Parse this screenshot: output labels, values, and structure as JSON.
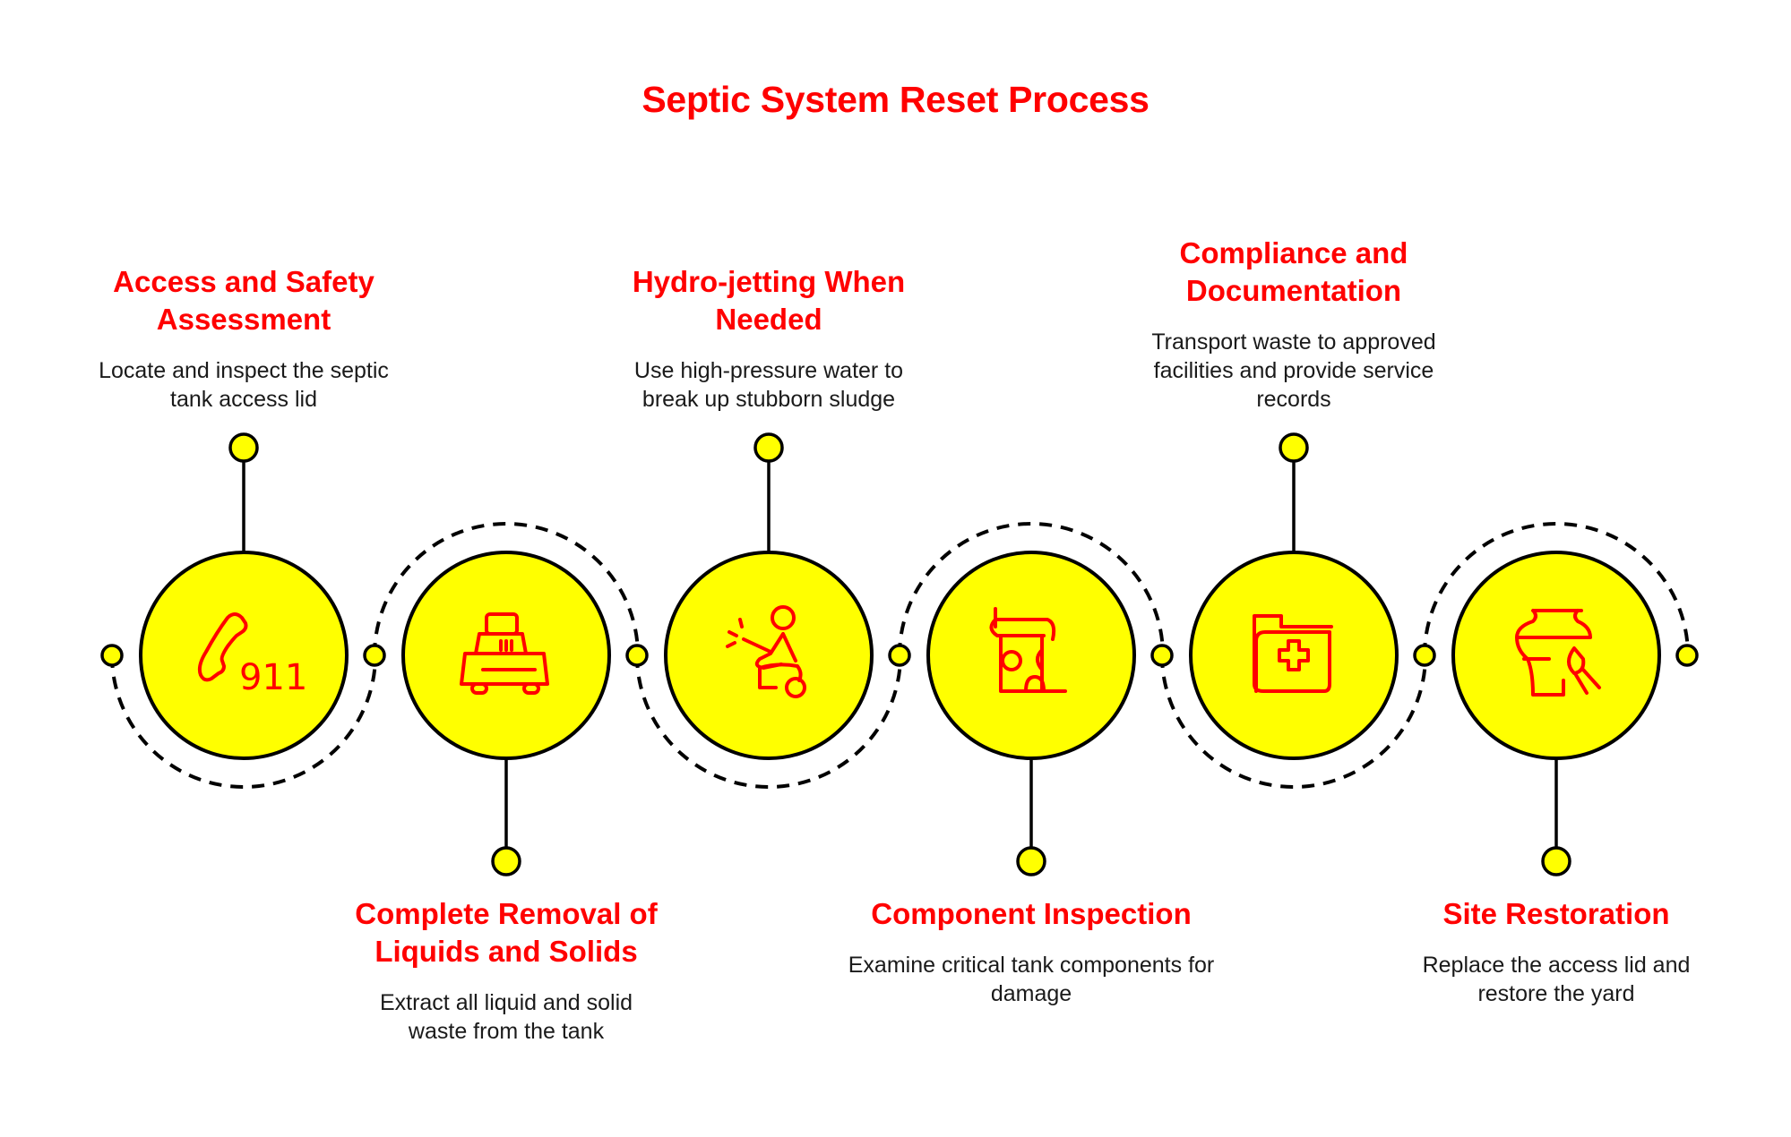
{
  "title": "Septic System Reset Process",
  "colors": {
    "accent": "#ff0000",
    "circle_fill": "#ffff00",
    "stroke": "#000000",
    "text": "#1a1a1a"
  },
  "steps": [
    {
      "title": "Access and Safety Assessment",
      "desc": "Locate and inspect the septic tank access lid",
      "icon": "phone-911-icon",
      "position": "top"
    },
    {
      "title": "Complete Removal of Liquids and Solids",
      "desc": "Extract all liquid and solid waste from the tank",
      "icon": "pump-truck-icon",
      "position": "bottom"
    },
    {
      "title": "Hydro-jetting When Needed",
      "desc": "Use high-pressure water to break up stubborn sludge",
      "icon": "pressure-washer-worker-icon",
      "position": "top"
    },
    {
      "title": "Component Inspection",
      "desc": "Examine critical tank components for damage",
      "icon": "damaged-tank-icon",
      "position": "bottom"
    },
    {
      "title": "Compliance and Documentation",
      "desc": "Transport waste to approved facilities and provide service records",
      "icon": "medical-folder-icon",
      "position": "top"
    },
    {
      "title": "Site Restoration",
      "desc": "Replace the access lid and restore the yard",
      "icon": "vase-brush-icon",
      "position": "bottom"
    }
  ]
}
